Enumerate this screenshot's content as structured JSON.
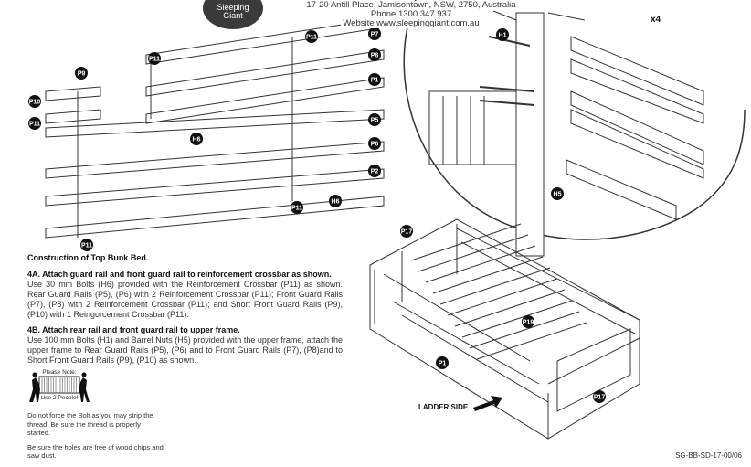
{
  "header": {
    "logo_text": [
      "Sleeping",
      "Giant"
    ],
    "address": "17-20 Antill Place, Jamisontown, NSW, 2750, Australia",
    "phone": "Phone 1300 347 937",
    "website": "Website www.sleepinggiant.com.au"
  },
  "diagram_labels": {
    "rails": [
      "P11",
      "P7",
      "P8",
      "P1",
      "P11",
      "P9",
      "P10",
      "P11",
      "H6",
      "P5",
      "P6",
      "P2",
      "H6",
      "P11",
      "P11"
    ],
    "detail": [
      "H1",
      "H5"
    ],
    "detail_quantity": "x4",
    "bed": [
      "P17",
      "P19",
      "P1",
      "P17"
    ],
    "ladder_side": "LADDER SIDE"
  },
  "instructions": {
    "title": "Construction of Top Bunk Bed.",
    "step_4a_title": "4A. Attach guard rail and front guard rail to reinforcement crossbar as shown.",
    "step_4a_body": "Use 30 mm Bolts (H6) provided with the Reinforcement Crossbar (P11) as shown. Rear Guard Rails (P5), (P6) with 2 Reinforcement Crossbar (P11); Front Guard Rails (P7), (P8) with 2 Reinforcement Crossbar (P11); and Short Front Guard Rails (P9), (P10) with 1 Reingorcement Crossbar (P11).",
    "step_4b_title": "4B. Attach rear rail and front guard rail to upper frame.",
    "step_4b_body": "Use 100 mm Bolts (H1) and Barrel Nuts (H5) provided with the upper frame, attach the upper frame to Rear Guard Rails (P5), (P6) and to Front Guard Rails (P7), (P8)and to Short Front Guard Rails (P9), (P10) as shown."
  },
  "note": {
    "heading": "Please Note:",
    "caption": "Use 2 People!"
  },
  "tips": [
    "Do not force the Bolt as you may strip the thread. Be sure the thread is properly started.",
    "Be sure the holes are free of wood chips and saw dust."
  ],
  "document_code": "SG-BB-SD-17-00/06"
}
